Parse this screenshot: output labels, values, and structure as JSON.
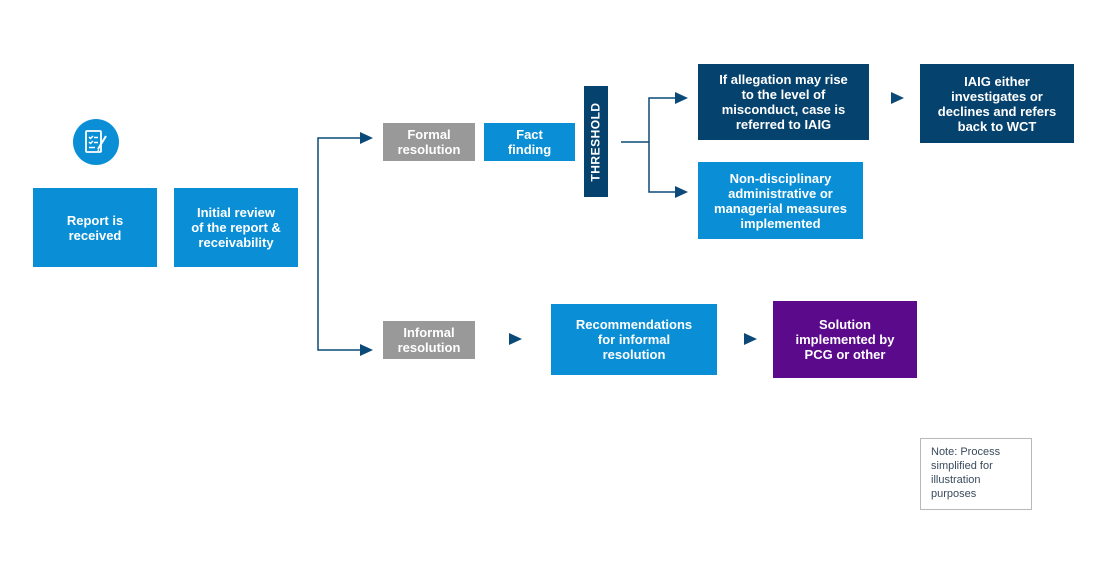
{
  "colors": {
    "blue": "#0a8fd6",
    "gray": "#999999",
    "navy": "#06426e",
    "purple": "#5c0a8c",
    "connector": "#0b4a78",
    "icon_circle": "#0a8fd6"
  },
  "icon": {
    "name": "checklist-document-icon"
  },
  "nodes": {
    "report_received": "Report is\nreceived",
    "initial_review": "Initial review\nof the report &\nreceivability",
    "formal_resolution": "Formal\nresolution",
    "fact_finding": "Fact\nfinding",
    "threshold": "THRESHOLD",
    "allegation_referred": "If allegation may rise\nto the level of\nmisconduct, case is\nreferred to IAIG",
    "iaig_outcome": "IAIG either\ninvestigates or\ndeclines and refers\nback to WCT",
    "non_disciplinary": "Non-disciplinary\nadministrative or\nmanagerial measures\nimplemented",
    "informal_resolution": "Informal\nresolution",
    "recommendations": "Recommendations\nfor informal\nresolution",
    "solution_implemented": "Solution\nimplemented by\nPCG or other"
  },
  "note": "Note: Process\nsimplified for\nillustration\npurposes"
}
